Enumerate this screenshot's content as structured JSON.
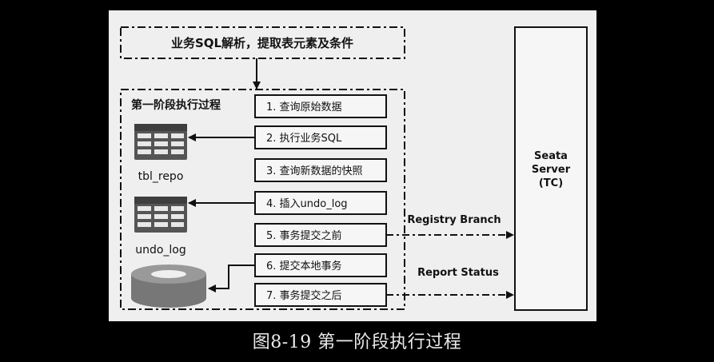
{
  "parse_box": {
    "label": "业务SQL解析，提取表元素及条件"
  },
  "phase_box": {
    "title": "第一阶段执行过程"
  },
  "steps": [
    "1. 查询原始数据",
    "2. 执行业务SQL",
    "3. 查询新数据的快照",
    "4. 插入undo_log",
    "5. 事务提交之前",
    "6. 提交本地事务",
    "7. 事务提交之后"
  ],
  "tables": [
    {
      "label": "tbl_repo"
    },
    {
      "label": "undo_log"
    }
  ],
  "server": {
    "lines": [
      "Seata",
      "Server",
      "(TC)"
    ]
  },
  "arrows": {
    "registry": "Registry Branch",
    "report": "Report Status"
  },
  "caption": "图8-19 第一阶段执行过程",
  "colors": {
    "background": "#000000",
    "panel": "#efefef",
    "table_fill": "#555555",
    "db_fill": "#777777",
    "stroke": "#111111"
  }
}
